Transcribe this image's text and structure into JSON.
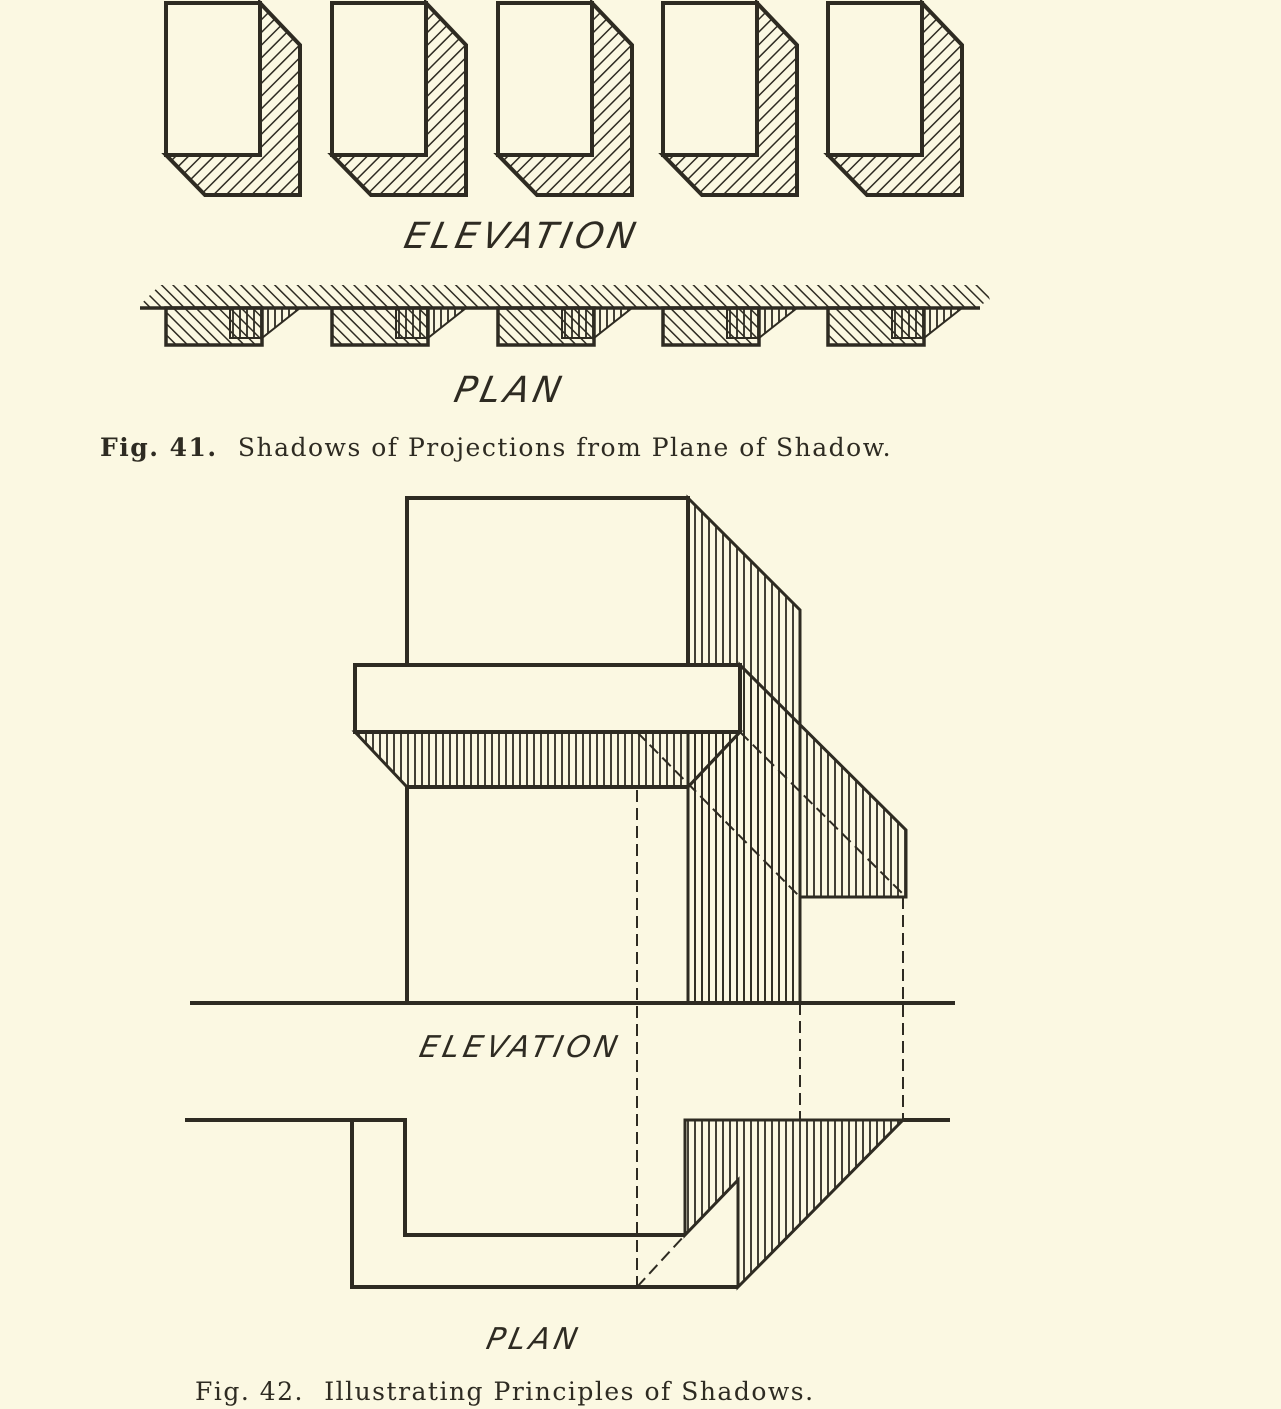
{
  "figure41": {
    "elevation_label": "ELEVATION",
    "plan_label": "PLAN",
    "caption_number": "Fig. 41.",
    "caption_text": "Shadows of Projections from Plane of Shadow."
  },
  "figure42": {
    "elevation_label": "ELEVATION",
    "plan_label": "PLAN",
    "caption_number": "Fig. 42.",
    "caption_text": "Illustrating Principles of Shadows."
  },
  "colors": {
    "paper": "#fbf8e2",
    "ink": "#2e2b22"
  }
}
